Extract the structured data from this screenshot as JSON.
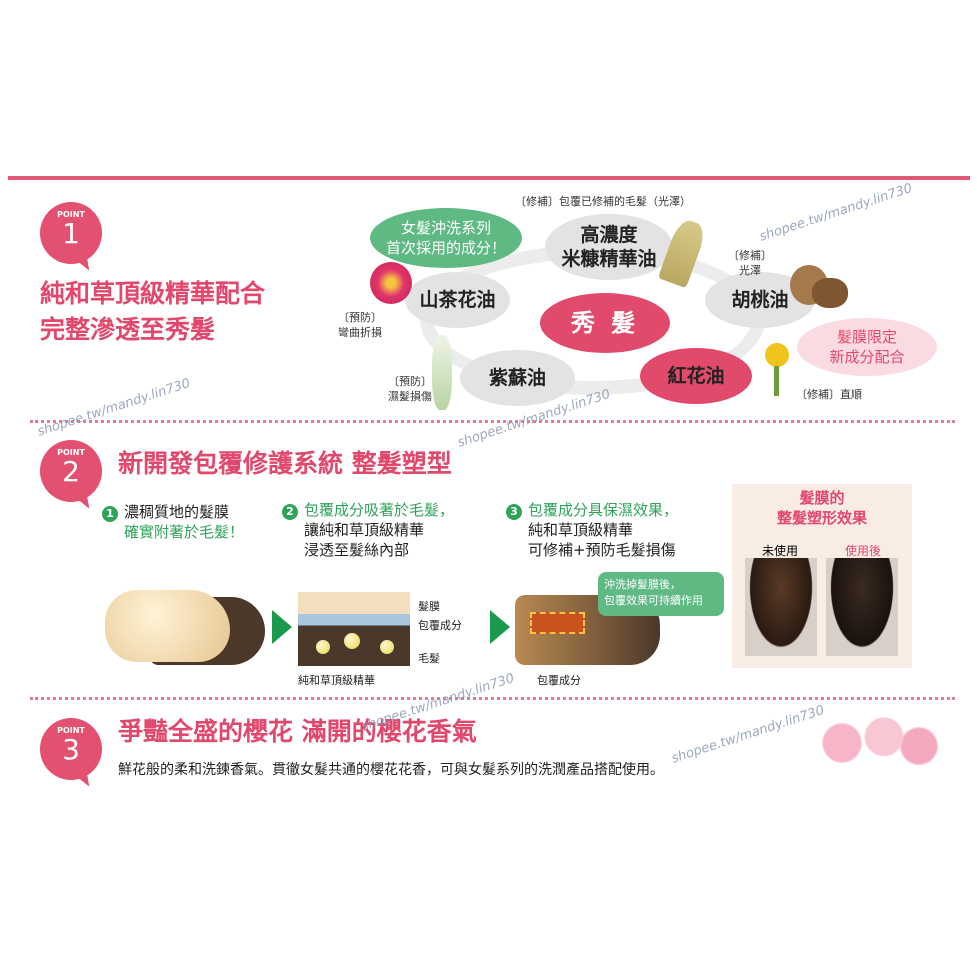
{
  "point_label": "POINT",
  "point1": {
    "num": "1",
    "title_lines": [
      "純和草頂級精華配合",
      "完整滲透至秀髮"
    ]
  },
  "diagram": {
    "top_note": "〔修補〕包覆已修補的毛髮（光澤）",
    "center": "秀 髮",
    "rice": [
      "高濃度",
      "米糠精華油"
    ],
    "camellia": "山茶花油",
    "camellia_note": [
      "〔預防〕",
      "彎曲折損"
    ],
    "walnut": "胡桃油",
    "walnut_note": [
      "〔修補〕",
      "光澤"
    ],
    "perilla": "紫蘇油",
    "perilla_note": [
      "〔預防〕",
      "濕髮損傷"
    ],
    "safflower": "紅花油",
    "safflower_note": "〔修補〕直順",
    "green_bubble": [
      "女髮沖洗系列",
      "首次採用的成分！"
    ],
    "pink_bubble": [
      "髮膜限定",
      "新成分配合"
    ]
  },
  "point2": {
    "num": "2",
    "title": "新開發包覆修護系統  整髮塑型",
    "steps": [
      {
        "n": "1",
        "green": "",
        "lines": [
          "濃稠質地的髮膜"
        ],
        "green_after": "確實附著於毛髮！"
      },
      {
        "n": "2",
        "green": "包覆成分吸著於毛髮，",
        "lines": [
          "讓純和草頂級精華",
          "浸透至髮絲內部"
        ]
      },
      {
        "n": "3",
        "green": "包覆成分具保濕效果，",
        "lines": [
          "純和草頂級精華",
          "可修補+預防毛髮損傷"
        ]
      }
    ],
    "layer_labels": [
      "髮膜",
      "包覆成分",
      "毛髮"
    ],
    "essence_label": "純和草頂級精華",
    "coating_label": "包覆成分",
    "callout": [
      "沖洗掉髮膜後，",
      "包覆效果可持續作用"
    ],
    "effect": {
      "title": [
        "髮膜的",
        "整髮塑形效果"
      ],
      "before": "未使用",
      "after": "使用後"
    }
  },
  "point3": {
    "num": "3",
    "title": "爭豔全盛的櫻花 滿開的櫻花香氣",
    "desc": "鮮花般的柔和洗鍊香氣。貫徹女髮共通的櫻花花香，可與女髮系列的洗潤產品搭配使用。"
  },
  "watermark": "shopee.tw/mandy.lin730",
  "colors": {
    "pink": "#e2486c",
    "green": "#2fa35a",
    "grey": "#e3e3e3"
  }
}
